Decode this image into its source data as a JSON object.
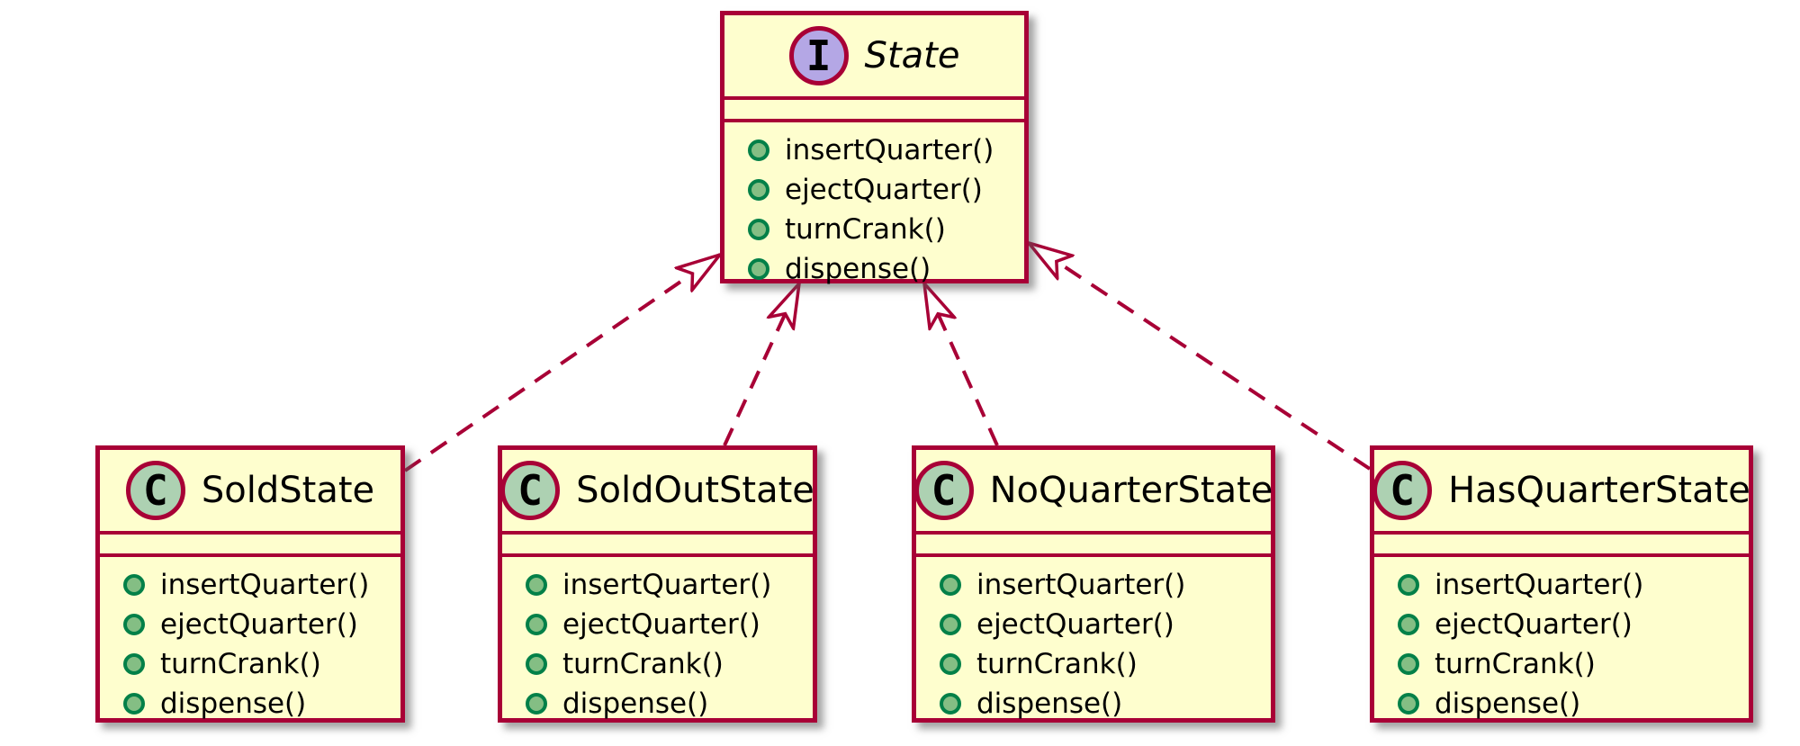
{
  "diagram": {
    "kind": "uml-class-diagram",
    "background": "#FFFFFF"
  },
  "colors": {
    "box_fill": "#FEFECE",
    "box_border": "#A80036",
    "interface_spot_fill": "#B4A7E5",
    "class_spot_fill": "#ADD1B2",
    "method_dot_fill": "#84BE84",
    "method_dot_border": "#038048",
    "arrow_color": "#A80036",
    "text_color": "#000000"
  },
  "interface": {
    "stereotype_letter": "I",
    "name": "State",
    "fields": [],
    "methods": [
      "insertQuarter()",
      "ejectQuarter()",
      "turnCrank()",
      "dispense()"
    ]
  },
  "classes": [
    {
      "stereotype_letter": "C",
      "name": "SoldState",
      "fields": [],
      "methods": [
        "insertQuarter()",
        "ejectQuarter()",
        "turnCrank()",
        "dispense()"
      ]
    },
    {
      "stereotype_letter": "C",
      "name": "SoldOutState",
      "fields": [],
      "methods": [
        "insertQuarter()",
        "ejectQuarter()",
        "turnCrank()",
        "dispense()"
      ]
    },
    {
      "stereotype_letter": "C",
      "name": "NoQuarterState",
      "fields": [],
      "methods": [
        "insertQuarter()",
        "ejectQuarter()",
        "turnCrank()",
        "dispense()"
      ]
    },
    {
      "stereotype_letter": "C",
      "name": "HasQuarterState",
      "fields": [],
      "methods": [
        "insertQuarter()",
        "ejectQuarter()",
        "turnCrank()",
        "dispense()"
      ]
    }
  ],
  "relationships": [
    {
      "from": "SoldState",
      "to": "State",
      "type": "realization",
      "line_style": "dashed",
      "arrowhead": "hollow-triangle"
    },
    {
      "from": "SoldOutState",
      "to": "State",
      "type": "realization",
      "line_style": "dashed",
      "arrowhead": "hollow-triangle"
    },
    {
      "from": "NoQuarterState",
      "to": "State",
      "type": "realization",
      "line_style": "dashed",
      "arrowhead": "hollow-triangle"
    },
    {
      "from": "HasQuarterState",
      "to": "State",
      "type": "realization",
      "line_style": "dashed",
      "arrowhead": "hollow-triangle"
    }
  ]
}
